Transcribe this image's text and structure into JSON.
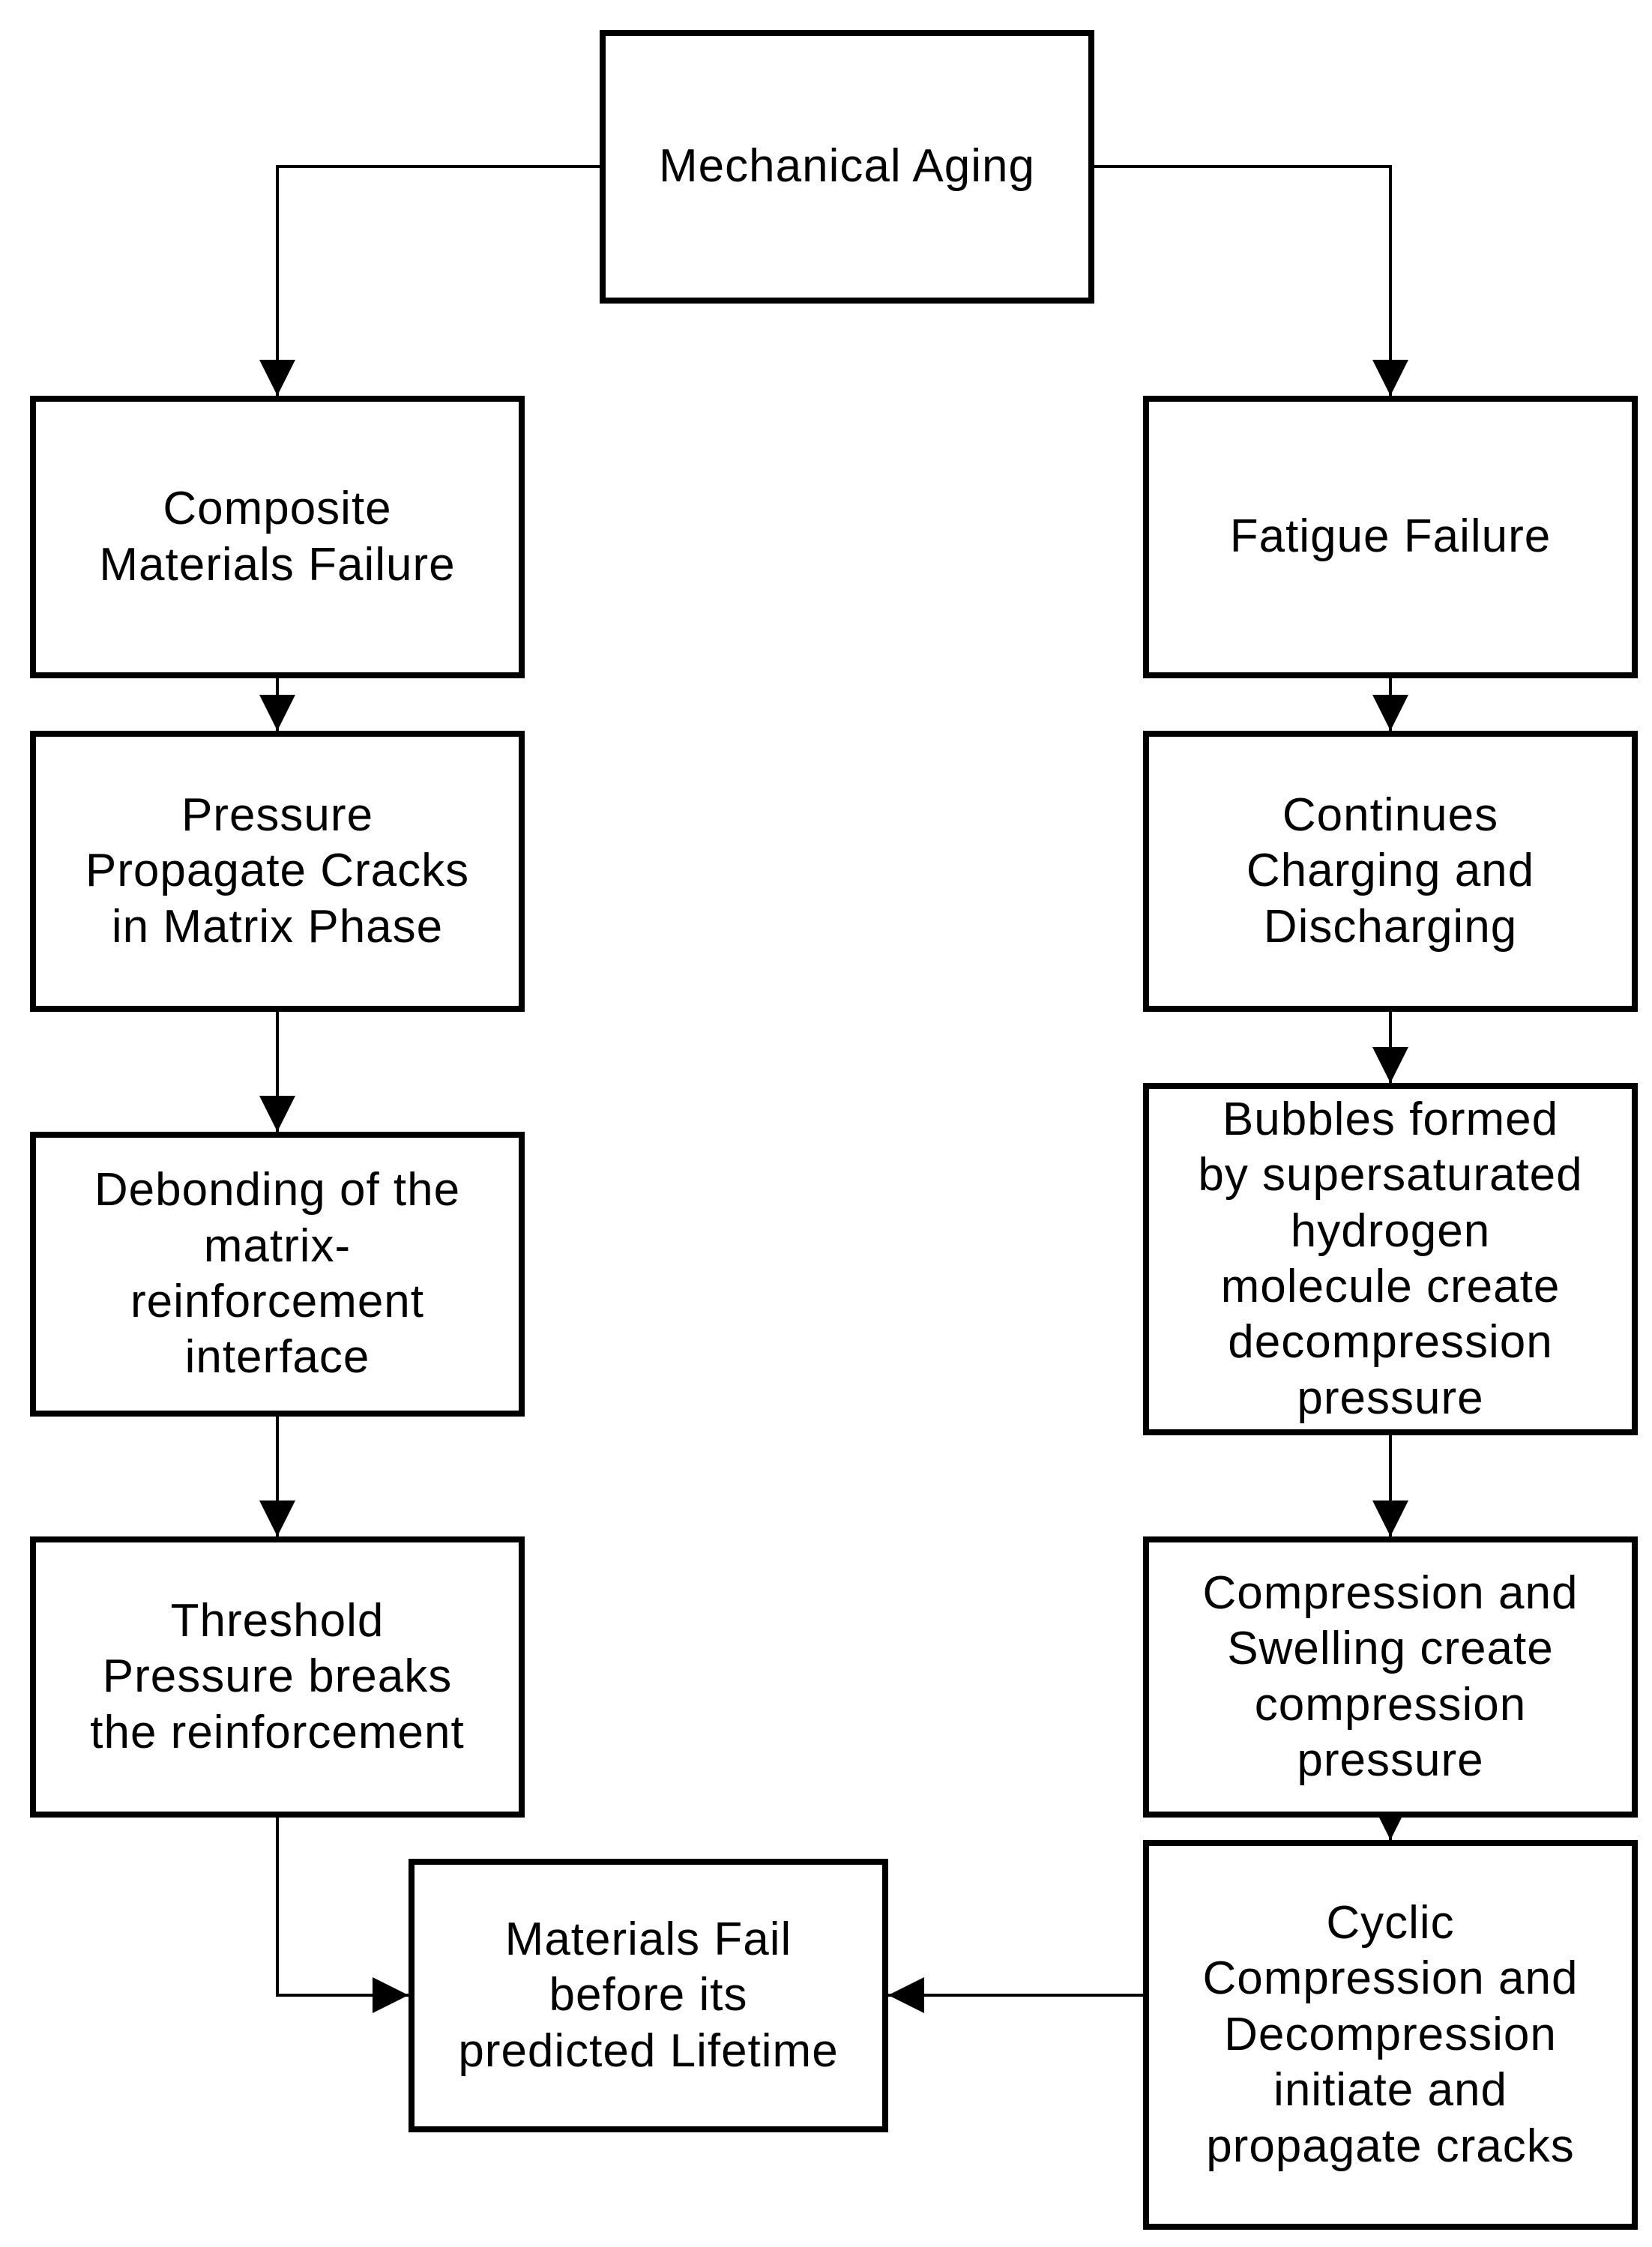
{
  "diagram": {
    "type": "flowchart",
    "root_label": "Mechanical Aging",
    "nodes": {
      "mechanical_aging": {
        "label": "Mechanical Aging"
      },
      "composite_materials_failure": {
        "label": "Composite\nMaterials Failure"
      },
      "pressure_propagate_cracks": {
        "label": "Pressure\nPropagate Cracks\nin Matrix Phase"
      },
      "debonding_interface": {
        "label": "Debonding of the\nmatrix-\nreinforcement\ninterface"
      },
      "threshold_pressure": {
        "label": "Threshold\nPressure breaks\nthe reinforcement"
      },
      "fatigue_failure": {
        "label": "Fatigue Failure"
      },
      "continues_charging": {
        "label": "Continues\nCharging and\nDischarging"
      },
      "bubbles_formed": {
        "label": "Bubbles formed\nby supersaturated\nhydrogen\nmolecule create\ndecompression\npressure"
      },
      "compression_swelling": {
        "label": "Compression and\nSwelling create\ncompression\npressure"
      },
      "cyclic_compression": {
        "label": "Cyclic\nCompression and\nDecompression\ninitiate and\npropagate cracks"
      },
      "materials_fail": {
        "label": "Materials Fail\nbefore its\npredicted Lifetime"
      }
    },
    "edges": [
      {
        "from": "mechanical_aging",
        "to": "composite_materials_failure"
      },
      {
        "from": "mechanical_aging",
        "to": "fatigue_failure"
      },
      {
        "from": "composite_materials_failure",
        "to": "pressure_propagate_cracks"
      },
      {
        "from": "pressure_propagate_cracks",
        "to": "debonding_interface"
      },
      {
        "from": "debonding_interface",
        "to": "threshold_pressure"
      },
      {
        "from": "threshold_pressure",
        "to": "materials_fail"
      },
      {
        "from": "fatigue_failure",
        "to": "continues_charging"
      },
      {
        "from": "continues_charging",
        "to": "bubbles_formed"
      },
      {
        "from": "bubbles_formed",
        "to": "compression_swelling"
      },
      {
        "from": "compression_swelling",
        "to": "cyclic_compression"
      },
      {
        "from": "cyclic_compression",
        "to": "materials_fail"
      }
    ],
    "colors": {
      "line": "#000000",
      "box_border": "#000000",
      "box_background": "#ffffff",
      "page_background": "#ffffff",
      "text": "#000000"
    }
  }
}
